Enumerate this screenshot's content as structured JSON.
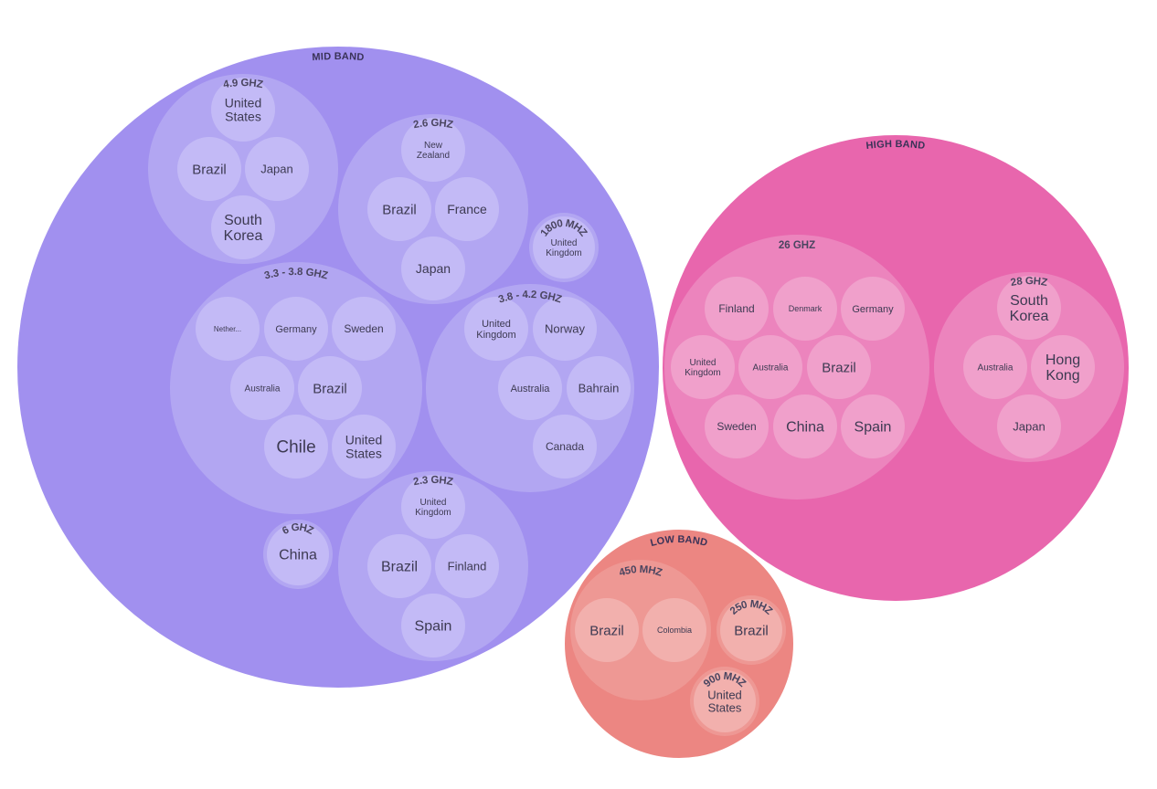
{
  "chart_data": {
    "type": "circle-packing",
    "bands": [
      {
        "name": "MID BAND",
        "color": "#a190ef",
        "group_color": "#b2a6f2",
        "leaf_color": "#c3baf6",
        "groups": [
          {
            "name": "4.9 GHZ",
            "countries": [
              "United States",
              "Brazil",
              "Japan",
              "South Korea"
            ]
          },
          {
            "name": "2.6 GHZ",
            "countries": [
              "New Zealand",
              "Brazil",
              "France",
              "Japan"
            ]
          },
          {
            "name": "1800 MHZ",
            "countries": [
              "United Kingdom"
            ]
          },
          {
            "name": "3.3 - 3.8 GHZ",
            "countries": [
              "Nether...",
              "Germany",
              "Sweden",
              "Australia",
              "Brazil",
              "Chile",
              "United States"
            ]
          },
          {
            "name": "3.8 - 4.2 GHZ",
            "countries": [
              "United Kingdom",
              "Norway",
              "Australia",
              "Bahrain",
              "Canada"
            ]
          },
          {
            "name": "6 GHZ",
            "countries": [
              "China"
            ]
          },
          {
            "name": "2.3 GHZ",
            "countries": [
              "United Kingdom",
              "Brazil",
              "Finland",
              "Spain"
            ]
          }
        ]
      },
      {
        "name": "HIGH BAND",
        "color": "#e866ad",
        "group_color": "#ec84bd",
        "leaf_color": "#f0a0cb",
        "groups": [
          {
            "name": "26 GHZ",
            "countries": [
              "Finland",
              "Denmark",
              "Germany",
              "United Kingdom",
              "Australia",
              "Brazil",
              "Sweden",
              "China",
              "Spain"
            ]
          },
          {
            "name": "28 GHZ",
            "countries": [
              "South Korea",
              "Australia",
              "Hong Kong",
              "Japan"
            ]
          }
        ]
      },
      {
        "name": "LOW BAND",
        "color": "#ec8682",
        "group_color": "#ee9894",
        "leaf_color": "#f2b0ad",
        "groups": [
          {
            "name": "450 MHZ",
            "countries": [
              "Brazil",
              "Colombia"
            ]
          },
          {
            "name": "250 MHZ",
            "countries": [
              "Brazil"
            ]
          },
          {
            "name": "900 MHZ",
            "countries": [
              "United States"
            ]
          }
        ]
      }
    ]
  }
}
